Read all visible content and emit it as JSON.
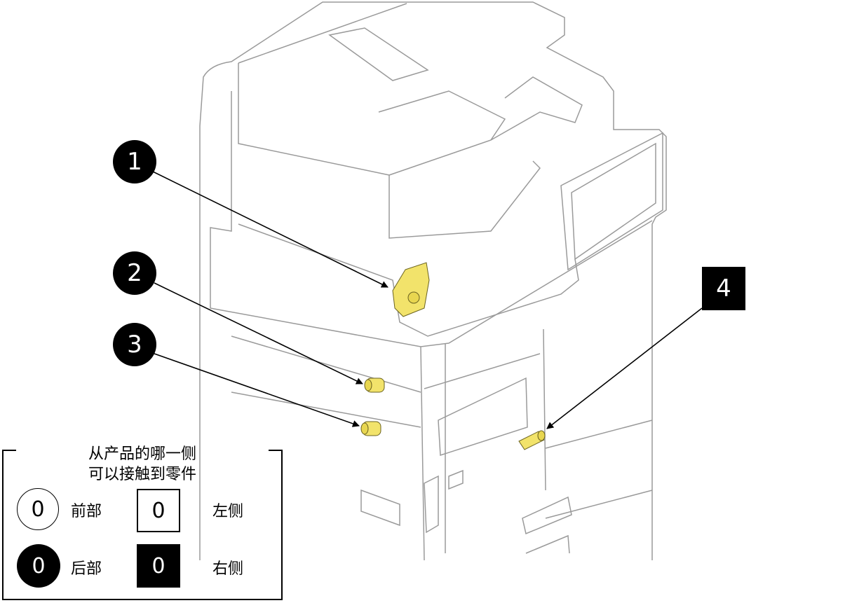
{
  "callouts": [
    {
      "number": "1",
      "side": "rear",
      "shape": "filled-circle"
    },
    {
      "number": "2",
      "side": "rear",
      "shape": "filled-circle"
    },
    {
      "number": "3",
      "side": "rear",
      "shape": "filled-circle"
    },
    {
      "number": "4",
      "side": "right",
      "shape": "filled-square"
    }
  ],
  "legend": {
    "title_line1": "从产品的哪一侧",
    "title_line2": "可以接触到零件",
    "items": [
      {
        "symbol": "0",
        "label": "前部"
      },
      {
        "symbol": "0",
        "label": "左侧"
      },
      {
        "symbol": "0",
        "label": "后部"
      },
      {
        "symbol": "0",
        "label": "右侧"
      }
    ]
  },
  "colors": {
    "highlight_part": "#f2e36b",
    "line": "#000000",
    "drawing": "#8a8a8a"
  }
}
